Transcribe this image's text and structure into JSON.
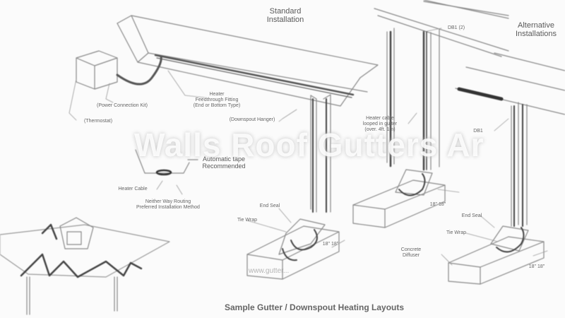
{
  "labels": {
    "standard": "Standard\nInstallation",
    "alternative": "Alternative\nInstallations",
    "power": "(Power Connection Kit)",
    "thermostat": "(Thermostat)",
    "heater_feedthrough": "Heater\nFeedthrough Fitting\n(End or Bottom Type)",
    "downspout_hanger": "(Downspout Hanger)",
    "db1_top": "DB1 (2)",
    "heater_cable_looped": "Heater cable\nlooped in gutter\n(over. 4ft. 1m)",
    "db1_right": "DB1",
    "automatic_tape": "Automatic tape\nRecommended",
    "heater_cable": "Heater Cable",
    "somethng_way": "Neither Way Routing\nPreferred Installation Method",
    "end_seal_left": "End Seal",
    "tie_wrap_left": "Tie Wrap",
    "dim_left": "18\" 18\"",
    "dim_mid": "18\" 18\"",
    "end_seal_right": "End Seal",
    "tie_wrap_right": "Tie Wrap",
    "concrete": "Concrete\nDiffuser",
    "dim_right": "18\" 18\""
  },
  "watermark": "Walls Roof Gutters Ar",
  "url": "www.gutter...",
  "caption": "Sample Gutter / Downspout Heating Layouts"
}
